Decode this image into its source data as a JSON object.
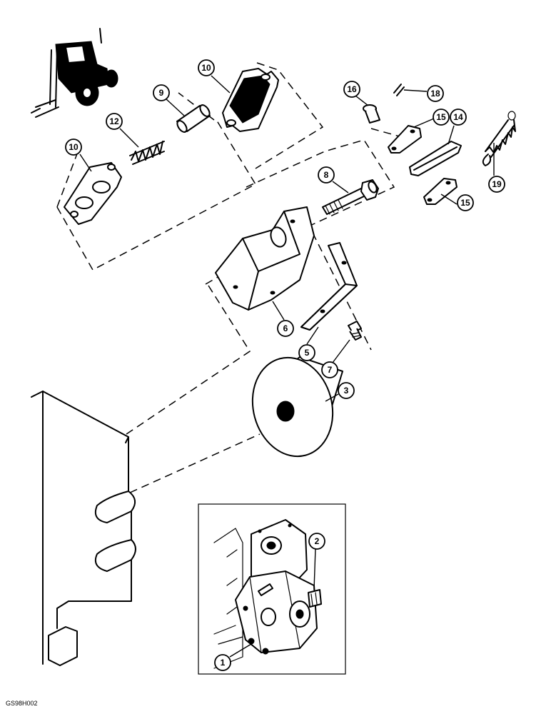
{
  "diagram": {
    "callouts": [
      "1",
      "2",
      "3",
      "5",
      "6",
      "7",
      "8",
      "9",
      "10",
      "10",
      "12",
      "14",
      "15",
      "15",
      "16",
      "18",
      "19"
    ],
    "figure_code": "GS98H002"
  }
}
